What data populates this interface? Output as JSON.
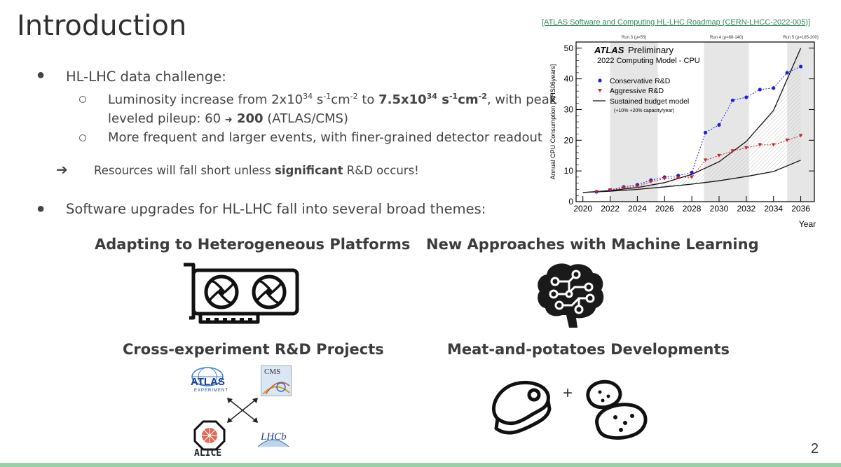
{
  "slide": {
    "title": "Introduction",
    "reference_link": "[ATLAS Software and Computing HL-LHC Roadmap (CERN-LHCC-2022-005)]",
    "page_number": "2"
  },
  "bullets": {
    "b1": "HL-LHC data challenge:",
    "b1_sub1": {
      "t1": "Luminosity increase from 2x10",
      "t1_sup1": "34",
      "t2": " s",
      "t2_sup": "-1",
      "t3": "cm",
      "t3_sup": "-2",
      "t4": " to ",
      "t5": "7.5x10",
      "t5_sup": "34",
      "t6": " s",
      "t6_sup": "-1",
      "t7": "cm",
      "t7_sup": "-2",
      "t8": ", with peak"
    },
    "b1_sub1_line2": {
      "t1": "leveled pileup: 60 ",
      "arrow": "➜",
      "t2": " 200",
      "t3": " (ATLAS/CMS)"
    },
    "b1_sub2": "More frequent and larger events, with finer-grained detector readout",
    "arrow_line": {
      "arrow": "➔",
      "t1": "Resources will fall short unless ",
      "t2": "significant",
      "t3": " R&D occurs!"
    },
    "b2": "Software upgrades for HL-LHC fall into several broad themes:"
  },
  "themes": {
    "t1": "Adapting to Heterogeneous Platforms",
    "t2": "New Approaches with Machine Learning",
    "t3": "Cross-experiment R&D Projects",
    "t4": "Meat-and-potatoes Developments",
    "plus": "+"
  },
  "logos": {
    "atlas": "ATLAS",
    "atlas_sub": "EXPERIMENT",
    "cms": "CMS",
    "alice": "ALICE",
    "lhcb": "LHCb"
  },
  "chart_data": {
    "type": "line",
    "brand": "ATLAS",
    "brand_suffix": "Preliminary",
    "title": "2022 Computing Model - CPU",
    "ylabel": "Annual CPU Consumption  [MHS06years]",
    "xlabel": "Year",
    "xlim": [
      2019.5,
      2037
    ],
    "ylim": [
      0,
      52
    ],
    "xticks": [
      "2020",
      "2022",
      "2024",
      "2026",
      "2028",
      "2030",
      "2032",
      "2034",
      "2036"
    ],
    "yticks": [
      "0",
      "10",
      "20",
      "30",
      "40",
      "50"
    ],
    "runs": [
      {
        "label": "Run 3 (μ=55)",
        "start": 2022,
        "end": 2025.5
      },
      {
        "label": "Run 4 (μ=88-140)",
        "start": 2028.9,
        "end": 2032.2
      },
      {
        "label": "Run 5 (μ=165-200)",
        "start": 2035,
        "end": 2037
      }
    ],
    "colors": {
      "conservative": "#1f1fd6",
      "aggressive": "#c0262b",
      "budget": "#111111",
      "run_shade": "#e6e6e6"
    },
    "series": [
      {
        "name": "Conservative R&D",
        "x": [
          2021,
          2022,
          2023,
          2024,
          2025,
          2026,
          2027,
          2028,
          2029,
          2030,
          2031,
          2032,
          2033,
          2034,
          2035,
          2036
        ],
        "values": [
          3.2,
          3.8,
          4.8,
          5.5,
          7.0,
          8.0,
          8.5,
          9.5,
          22.5,
          25.0,
          33.0,
          34.0,
          36.5,
          37.0,
          42.0,
          44.0
        ]
      },
      {
        "name": "Aggressive R&D",
        "x": [
          2021,
          2022,
          2023,
          2024,
          2025,
          2026,
          2027,
          2028,
          2029,
          2030,
          2031,
          2032,
          2033,
          2034,
          2035,
          2036
        ],
        "values": [
          3.2,
          3.8,
          4.5,
          5.0,
          6.5,
          7.5,
          7.8,
          8.0,
          13.5,
          15.0,
          16.5,
          17.5,
          18.5,
          18.5,
          20.0,
          21.5
        ]
      }
    ],
    "budget_curves": {
      "name": "Sustained budget model",
      "note": "(+10% +20% capacity/year)",
      "x": [
        2020,
        2022,
        2024,
        2026,
        2028,
        2030,
        2032,
        2034,
        2036
      ],
      "upper": [
        3.0,
        3.6,
        4.6,
        6.2,
        8.9,
        13.0,
        19.6,
        29.7,
        50.0
      ],
      "lower": [
        3.0,
        3.4,
        4.0,
        4.8,
        5.7,
        6.8,
        8.2,
        9.8,
        13.5
      ]
    }
  }
}
